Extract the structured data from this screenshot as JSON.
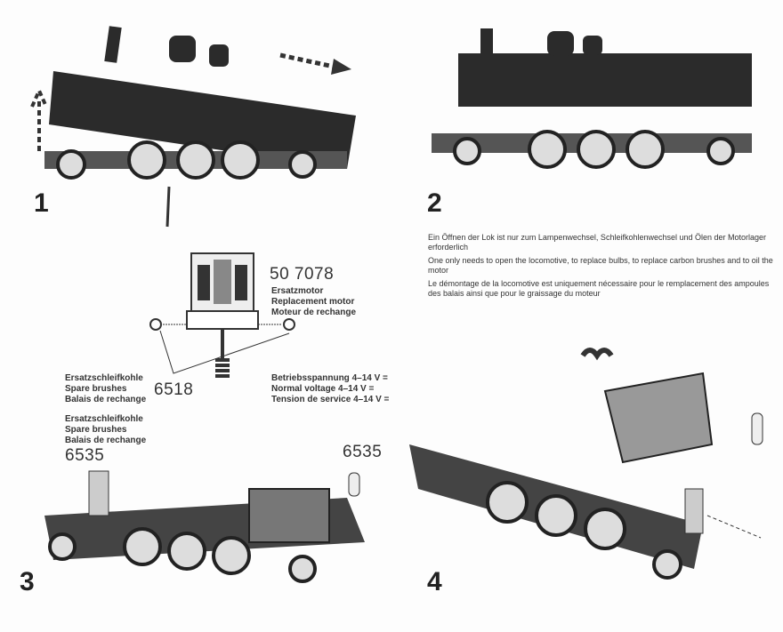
{
  "steps": [
    "1",
    "2",
    "3",
    "4"
  ],
  "note": {
    "de": "Ein Öffnen der Lok ist nur zum Lampenwechsel, Schleifkohlenwechsel und Ölen der Motorlager erforderlich",
    "en": "One only needs to open the locomotive, to replace bulbs, to replace carbon brushes and to oil the motor",
    "fr": "Le démontage de la locomotive est uniquement nécessaire pour le remplacement des ampoules des balais ainsi que pour le graissage du moteur"
  },
  "motor": {
    "part_no": "50 7078",
    "labels": [
      "Ersatzmotor",
      "Replacement motor",
      "Moteur de rechange"
    ]
  },
  "brushes": {
    "part_no": "6518",
    "labels": [
      "Ersatzschleifkohle",
      "Spare brushes",
      "Balais de rechange"
    ]
  },
  "voltage": [
    "Betriebsspannung 4–14 V =",
    "Normal voltage 4–14 V =",
    "Tension de service 4–14 V ="
  ],
  "brushes_step3": {
    "part_no": "6535",
    "labels": [
      "Ersatzschleifkohle",
      "Spare brushes",
      "Balais de rechange"
    ]
  },
  "bulb": {
    "part_no": "6535"
  }
}
